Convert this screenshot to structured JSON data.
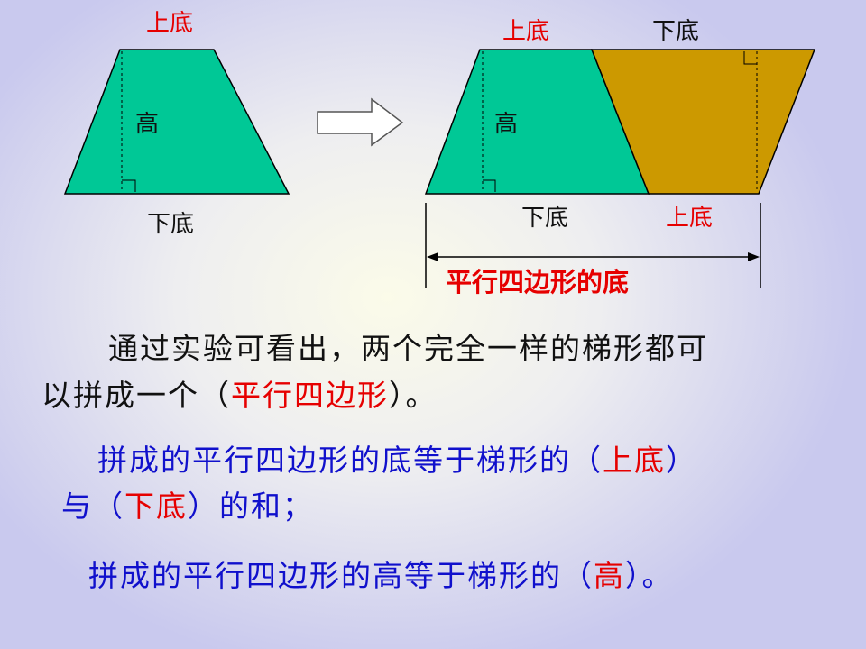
{
  "diagram": {
    "left_trapezoid": {
      "top_label": "上底",
      "height_label": "高",
      "bottom_label": "下底"
    },
    "right_figure": {
      "top_left_label": "上底",
      "top_right_label": "下底",
      "height_label": "高",
      "bottom_left_label": "下底",
      "bottom_right_label": "上底",
      "base_label": "平行四边形的底"
    },
    "colors": {
      "green": "#00c896",
      "gold": "#cc9900",
      "red": "#e60000",
      "blue": "#1010cc"
    }
  },
  "text": {
    "p1_line1": "通过实验可看出，两个完全一样的梯形都可",
    "p1_line2_pre": "以拼成一个（",
    "p1_answer": "平行四边形",
    "p1_line2_post": "）。",
    "p2_line1_pre": "拼成的平行四边形的底等于梯形的（",
    "p2_answer1": "上底",
    "p2_line1_post": "）",
    "p2_line2_pre": "与（",
    "p2_answer2": "下底",
    "p2_line2_post": "）的和；",
    "p3_pre": "拼成的平行四边形的高等于梯形的（",
    "p3_answer": "高",
    "p3_post": "）。"
  }
}
